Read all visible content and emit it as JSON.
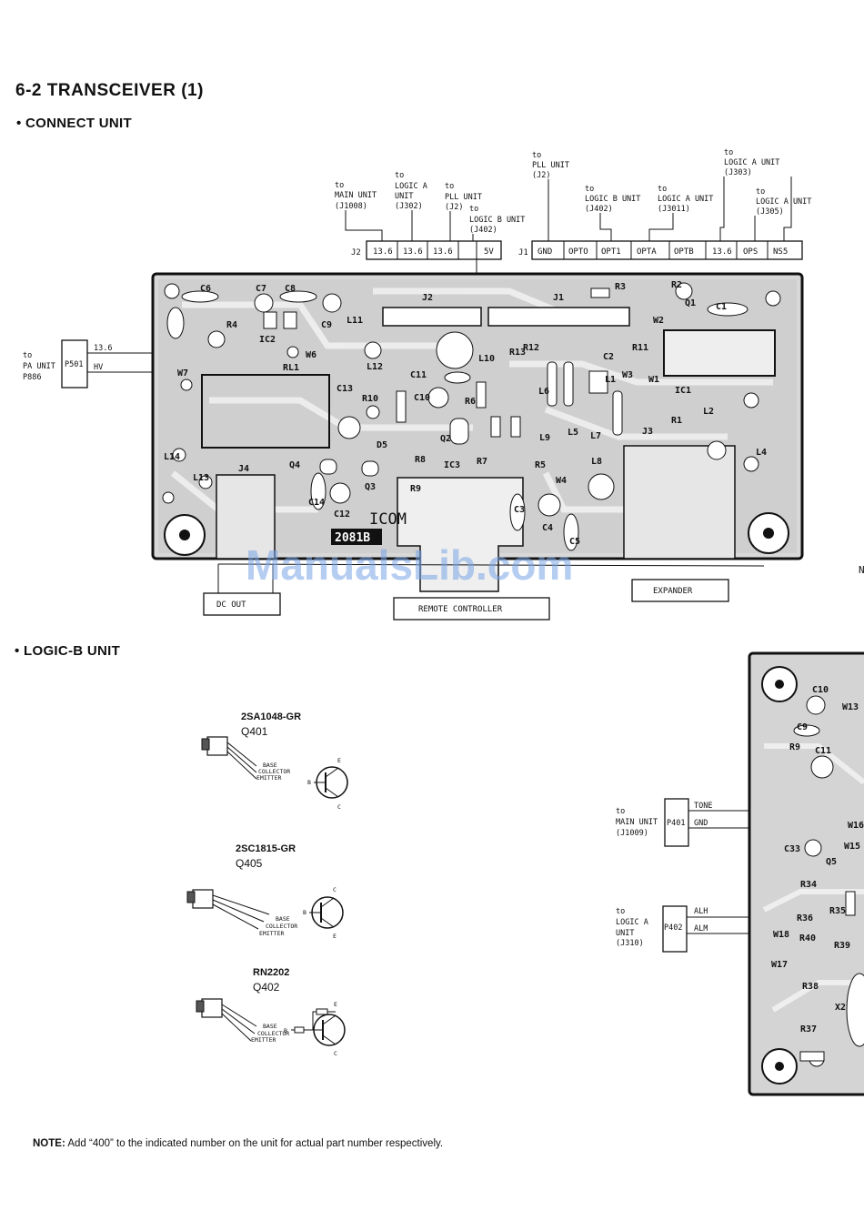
{
  "page": {
    "title": "6-2 TRANSCEIVER (1)",
    "watermark": "ManualsLib.com",
    "note_label": "NOTE:",
    "note_text": "Add “400” to the indicated number on the unit for actual part number respectively."
  },
  "connect_unit": {
    "heading": "• CONNECT UNIT",
    "j2_label": "J2",
    "j1_label": "J1",
    "j2_pins": [
      "13.6",
      "13.6",
      "13.6",
      "",
      "5V"
    ],
    "j1_pins": [
      "GND",
      "OPTO",
      "OPT1",
      "OPTA",
      "OPTB",
      "13.6",
      "OPS",
      "NS5"
    ],
    "dest_main": [
      "to",
      "MAIN UNIT",
      "(J1008)"
    ],
    "dest_logic_a_j302": [
      "to",
      "LOGIC A",
      "UNIT",
      "(J302)"
    ],
    "dest_pll_j2": [
      "to",
      "PLL UNIT",
      "(J2)"
    ],
    "dest_logic_b_j402": [
      "to",
      "LOGIC B UNIT",
      "(J402)"
    ],
    "dest_pll_j1": [
      "to",
      "PLL UNIT",
      "(J2)"
    ],
    "dest_logic_b_j1": [
      "to",
      "LOGIC B UNIT",
      "(J402)"
    ],
    "dest_logic_a_j3011": [
      "to",
      "LOGIC A UNIT",
      "(J3011)"
    ],
    "dest_logic_a_j303": [
      "to",
      "LOGIC A UNIT",
      "(J303)"
    ],
    "dest_logic_a_j305": [
      "to",
      "LOGIC A UNIT",
      "(J305)"
    ],
    "pa_dest": [
      "to",
      "PA UNIT",
      "P886"
    ],
    "p501": "P501",
    "p501_pins": [
      "13.6",
      "HV"
    ],
    "board_brand": "ICOM",
    "board_number": "2081B",
    "parts": [
      "C6",
      "C7",
      "C8",
      "C9",
      "C13",
      "C12",
      "C14",
      "C11",
      "C10",
      "C1",
      "C2",
      "C3",
      "C4",
      "C5",
      "R4",
      "R3",
      "R2",
      "R1",
      "R5",
      "R6",
      "R7",
      "R8",
      "R9",
      "R10",
      "R11",
      "R12",
      "R13",
      "L10",
      "L11",
      "L12",
      "L13",
      "L14",
      "L1",
      "L2",
      "L4",
      "L5",
      "L6",
      "L7",
      "L8",
      "L9",
      "Q1",
      "Q2",
      "Q3",
      "Q4",
      "D5",
      "IC1",
      "IC2",
      "IC3",
      "RL1",
      "J1",
      "J2",
      "J3",
      "J4",
      "W1",
      "W2",
      "W3",
      "W4",
      "W6",
      "W7"
    ],
    "footer_labels": [
      "DC OUT",
      "REMOTE CONTROLLER",
      "EXPANDER"
    ],
    "edge_letter": "N"
  },
  "logic_b_unit": {
    "heading": "• LOGIC-B UNIT",
    "transistors": [
      {
        "part": "2SA1048-GR",
        "ref": "Q401"
      },
      {
        "part": "2SC1815-GR",
        "ref": "Q405"
      },
      {
        "part": "RN2202",
        "ref": "Q402"
      }
    ],
    "pin_labels": [
      "BASE",
      "COLLECTOR",
      "EMITTER"
    ],
    "symbol_letters": [
      "B",
      "E",
      "C"
    ],
    "p401": "P401",
    "p401_pins": [
      "TONE",
      "GND"
    ],
    "p401_dest": [
      "to",
      "MAIN UNIT",
      "(J1009)"
    ],
    "p402": "P402",
    "p402_pins": [
      "ALH",
      "ALM"
    ],
    "p402_dest": [
      "to",
      "LOGIC A",
      "UNIT",
      "(J310)"
    ],
    "parts": [
      "C10",
      "C9",
      "C11",
      "C33",
      "R9",
      "R34",
      "R36",
      "R35",
      "R40",
      "R39",
      "R38",
      "R37",
      "Q5",
      "X2",
      "W13",
      "W15",
      "W16",
      "W17",
      "W18"
    ]
  }
}
